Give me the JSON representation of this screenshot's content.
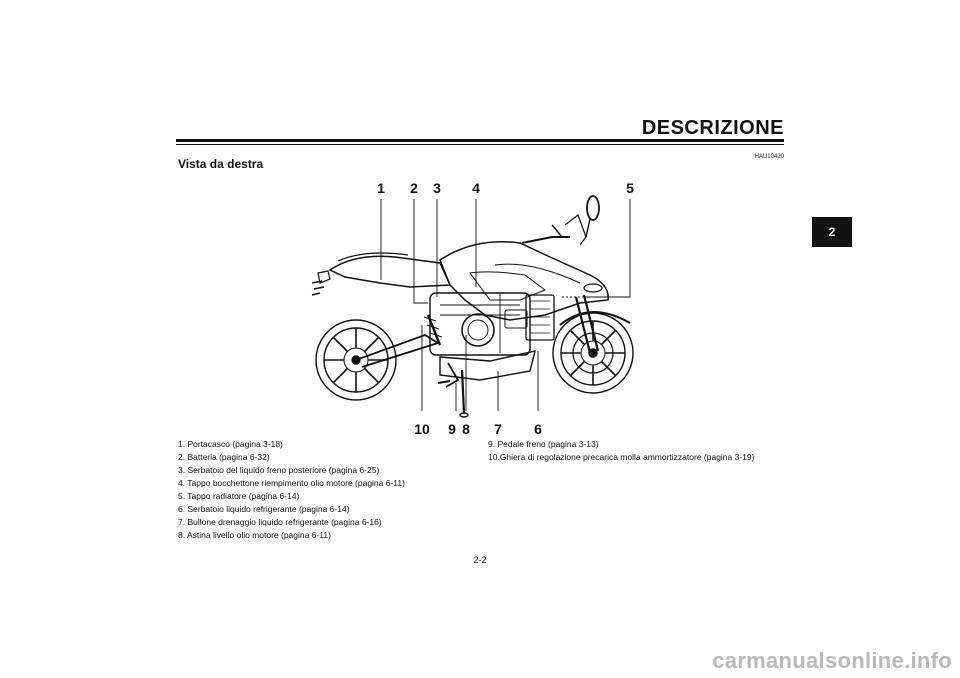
{
  "header": {
    "title": "DESCRIZIONE",
    "chapter_tab": "2",
    "doc_code": "HAU10420"
  },
  "section": {
    "title": "Vista da destra"
  },
  "figure": {
    "callouts_top": [
      "1",
      "2",
      "3",
      "4",
      "5"
    ],
    "callouts_bottom": [
      "10",
      "9",
      "8",
      "7",
      "6"
    ]
  },
  "legend": {
    "col1": [
      "1. Portacasco (pagina 3-18)",
      "2. Batteria (pagina 6-32)",
      "3. Serbatoio del liquido freno posteriore (pagina 6-25)",
      "4. Tappo bocchettone riempimento olio motore (pagina 6-11)",
      "5. Tappo radiatore (pagina 6-14)",
      "6. Serbatoio liquido refrigerante (pagina 6-14)",
      "7. Bullone drenaggio liquido refrigerante (pagina 6-16)",
      "8. Astina livello olio motore (pagina 6-11)"
    ],
    "col2": [
      "9. Pedale freno (pagina 3-13)",
      "10.Ghiera di regolazione precarica molla ammortizzatore (pagina 3-19)"
    ]
  },
  "footer": {
    "page_number": "2-2",
    "watermark": "carmanualsonline.info"
  }
}
